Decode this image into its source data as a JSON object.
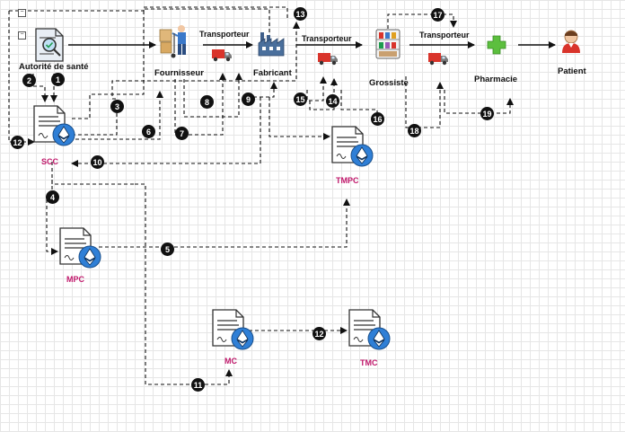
{
  "actors": {
    "authority": "Autorité de santé",
    "supplier": "Fournisseur",
    "manufacturer": "Fabricant",
    "wholesaler": "Grossiste",
    "pharmacy": "Pharmacie",
    "patient": "Patient"
  },
  "transporters": [
    "Transporteur",
    "Transporteur",
    "Transporteur"
  ],
  "contracts": {
    "scc": "SCC",
    "tmpc": "TMPC",
    "mpc": "MPC",
    "mc": "MC",
    "tmc": "TMC"
  },
  "steps": [
    "1",
    "2",
    "3",
    "4",
    "5",
    "6",
    "7",
    "8",
    "9",
    "10",
    "11",
    "12",
    "13",
    "14",
    "15",
    "16",
    "17",
    "18",
    "19",
    "12"
  ],
  "colors": {
    "contract_label": "#c0186b",
    "ethereum_blue": "#2f7fd6",
    "truck_red": "#d9342b"
  }
}
